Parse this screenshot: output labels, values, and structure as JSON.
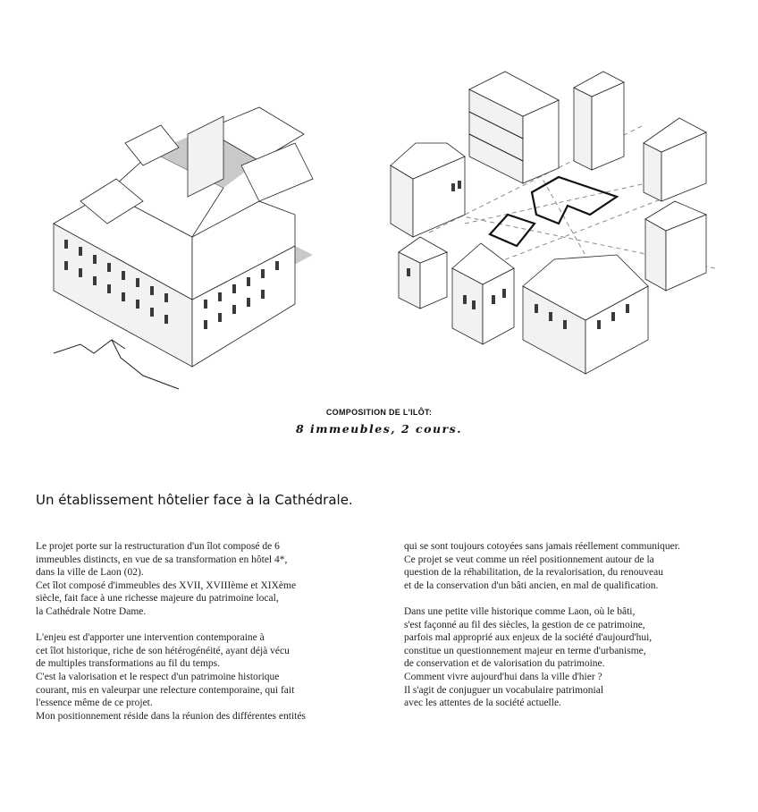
{
  "caption": {
    "title": "COMPOSITION DE L'ILÔT:",
    "subtitle": "8 immeubles, 2 cours."
  },
  "heading": "Un établissement hôtelier face à la Cathédrale.",
  "body": {
    "left_lines": [
      "Le projet porte sur la restructuration d'un îlot composé de 6",
      "immeubles distincts, en vue de sa transformation en hôtel 4*,",
      "dans la ville de Laon (02).",
      "Cet îlot composé d'immeubles des XVII, XVIIIème et XIXème",
      "siècle, fait face à une richesse majeure du patrimoine local,",
      "la Cathédrale Notre Dame.",
      "",
      "L'enjeu est d'apporter une intervention contemporaine à",
      "cet îlot historique, riche de son hétérogénéité, ayant déjà vécu",
      "de multiples transformations au fil du temps.",
      "C'est la valorisation et le respect d'un patrimoine historique",
      "courant, mis en valeurpar une relecture contemporaine, qui fait",
      "l'essence même de ce projet.",
      "Mon positionnement réside dans la réunion des différentes entités"
    ],
    "right_lines": [
      "qui se sont toujours cotoyées sans jamais réellement communiquer.",
      "Ce projet se veut comme un réel positionnement autour de la",
      "question de la réhabilitation, de la revalorisation, du renouveau",
      "et de la conservation d'un bâti ancien, en mal de qualification.",
      "",
      "Dans une petite ville historique comme Laon, où le bâti,",
      "s'est façonné au fil des siècles, la gestion de ce patrimoine,",
      "parfois mal approprié aux enjeux de la société d'aujourd'hui,",
      " constitue un questionnement majeur en terme d'urbanisme,",
      "de conservation et de valorisation du patrimoine.",
      "Comment vivre aujourd'hui dans la ville d'hier ?",
      "Il s'agit de conjuguer un vocabulaire patrimonial",
      "avec les attentes de la société actuelle."
    ]
  }
}
